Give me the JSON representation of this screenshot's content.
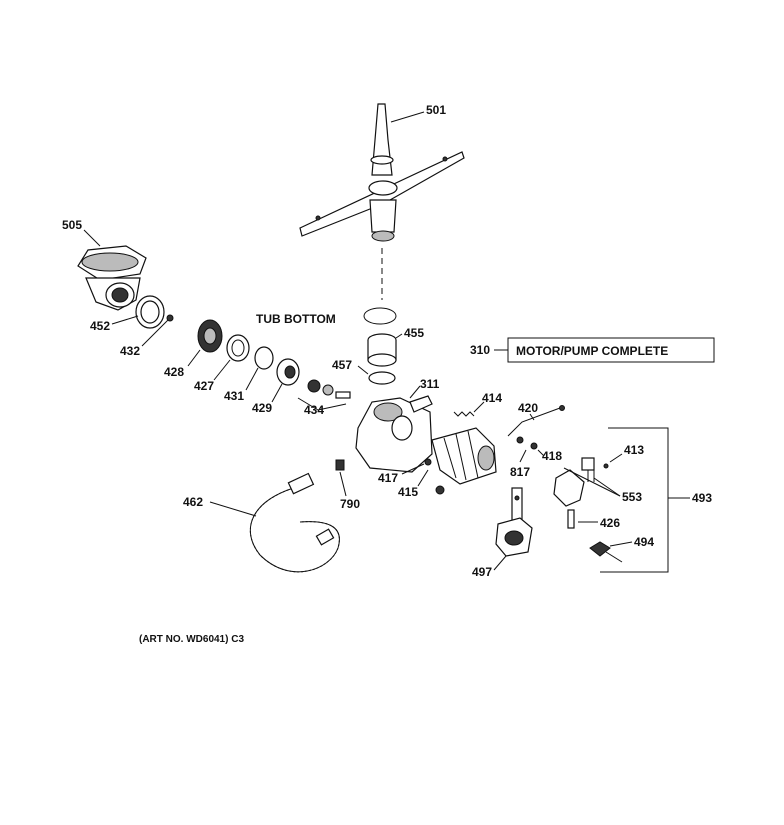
{
  "labels": {
    "p501": "501",
    "p505": "505",
    "p452": "452",
    "p432": "432",
    "tub_bottom": "TUB BOTTOM",
    "p455": "455",
    "p310": "310",
    "motor_pump": "MOTOR/PUMP COMPLETE",
    "p457": "457",
    "p428": "428",
    "p427": "427",
    "p431": "431",
    "p429": "429",
    "p434": "434",
    "p311": "311",
    "p414": "414",
    "p420": "420",
    "p413": "413",
    "p418": "418",
    "p817": "817",
    "p417": "417",
    "p415": "415",
    "p553": "553",
    "p493": "493",
    "p462": "462",
    "p790": "790",
    "p426": "426",
    "p494": "494",
    "p497": "497",
    "art_no": "(ART NO. WD6041) C3"
  }
}
